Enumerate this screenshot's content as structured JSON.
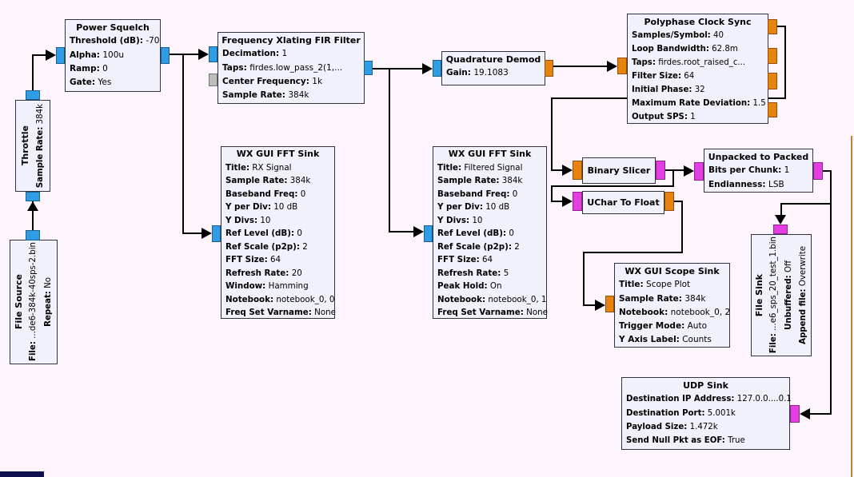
{
  "colors": {
    "canvas_bg": "#fdf4fd",
    "block_fill": "#f0f1fb",
    "block_border": "#33333f",
    "port_complex": "#2f9ce6",
    "port_float": "#e8830f",
    "port_byte": "#e23ee2",
    "port_message": "#bdbdbd",
    "wire": "#000000",
    "edge_line": "#c08038",
    "taskbar_fragment": "#10104f"
  },
  "blocks": {
    "file_source": {
      "title": "File Source",
      "params": [
        {
          "label": "File:",
          "value": "...de6-384k-40sps-2.bin"
        },
        {
          "label": "Repeat:",
          "value": "No"
        }
      ]
    },
    "throttle": {
      "title": "Throttle",
      "params": [
        {
          "label": "Sample Rate:",
          "value": "384k"
        }
      ]
    },
    "power_squelch": {
      "title": "Power Squelch",
      "params": [
        {
          "label": "Threshold (dB):",
          "value": "-70"
        },
        {
          "label": "Alpha:",
          "value": "100u"
        },
        {
          "label": "Ramp:",
          "value": "0"
        },
        {
          "label": "Gate:",
          "value": "Yes"
        }
      ]
    },
    "freq_xlating_fir_filter": {
      "title": "Frequency Xlating FIR Filter",
      "params": [
        {
          "label": "Decimation:",
          "value": "1"
        },
        {
          "label": "Taps:",
          "value": "firdes.low_pass_2(1,..."
        },
        {
          "label": "Center Frequency:",
          "value": "1k"
        },
        {
          "label": "Sample Rate:",
          "value": "384k"
        }
      ]
    },
    "quadrature_demod": {
      "title": "Quadrature Demod",
      "params": [
        {
          "label": "Gain:",
          "value": "19.1083"
        }
      ]
    },
    "polyphase_clock_sync": {
      "title": "Polyphase Clock Sync",
      "params": [
        {
          "label": "Samples/Symbol:",
          "value": "40"
        },
        {
          "label": "Loop Bandwidth:",
          "value": "62.8m"
        },
        {
          "label": "Taps:",
          "value": "firdes.root_raised_c..."
        },
        {
          "label": "Filter Size:",
          "value": "64"
        },
        {
          "label": "Initial Phase:",
          "value": "32"
        },
        {
          "label": "Maximum Rate Deviation:",
          "value": "1.5"
        },
        {
          "label": "Output SPS:",
          "value": "1"
        }
      ]
    },
    "fft_sink_rx": {
      "title": "WX GUI FFT Sink",
      "params": [
        {
          "label": "Title:",
          "value": "RX Signal"
        },
        {
          "label": "Sample Rate:",
          "value": "384k"
        },
        {
          "label": "Baseband Freq:",
          "value": "0"
        },
        {
          "label": "Y per Div:",
          "value": "10 dB"
        },
        {
          "label": "Y Divs:",
          "value": "10"
        },
        {
          "label": "Ref Level (dB):",
          "value": "0"
        },
        {
          "label": "Ref Scale (p2p):",
          "value": "2"
        },
        {
          "label": "FFT Size:",
          "value": "64"
        },
        {
          "label": "Refresh Rate:",
          "value": "20"
        },
        {
          "label": "Window:",
          "value": "Hamming"
        },
        {
          "label": "Notebook:",
          "value": "notebook_0, 0"
        },
        {
          "label": "Freq Set Varname:",
          "value": "None"
        }
      ]
    },
    "fft_sink_filtered": {
      "title": "WX GUI FFT Sink",
      "params": [
        {
          "label": "Title:",
          "value": "Filtered Signal"
        },
        {
          "label": "Sample Rate:",
          "value": "384k"
        },
        {
          "label": "Baseband Freq:",
          "value": "0"
        },
        {
          "label": "Y per Div:",
          "value": "10 dB"
        },
        {
          "label": "Y Divs:",
          "value": "10"
        },
        {
          "label": "Ref Level (dB):",
          "value": "0"
        },
        {
          "label": "Ref Scale (p2p):",
          "value": "2"
        },
        {
          "label": "FFT Size:",
          "value": "64"
        },
        {
          "label": "Refresh Rate:",
          "value": "5"
        },
        {
          "label": "Peak Hold:",
          "value": "On"
        },
        {
          "label": "Notebook:",
          "value": "notebook_0, 1"
        },
        {
          "label": "Freq Set Varname:",
          "value": "None"
        }
      ]
    },
    "binary_slicer": {
      "title": "Binary Slicer",
      "params": []
    },
    "uchar_to_float": {
      "title": "UChar To Float",
      "params": []
    },
    "unpacked_to_packed": {
      "title": "Unpacked to Packed",
      "params": [
        {
          "label": "Bits per Chunk:",
          "value": "1"
        },
        {
          "label": "Endianness:",
          "value": "LSB"
        }
      ]
    },
    "scope_sink": {
      "title": "WX GUI Scope Sink",
      "params": [
        {
          "label": "Title:",
          "value": "Scope Plot"
        },
        {
          "label": "Sample Rate:",
          "value": "384k"
        },
        {
          "label": "Notebook:",
          "value": "notebook_0, 2"
        },
        {
          "label": "Trigger Mode:",
          "value": "Auto"
        },
        {
          "label": "Y Axis Label:",
          "value": "Counts"
        }
      ]
    },
    "file_sink": {
      "title": "File Sink",
      "params": [
        {
          "label": "File:",
          "value": "...e6_sps_20_test_1.bin"
        },
        {
          "label": "Unbuffered:",
          "value": "Off"
        },
        {
          "label": "Append file:",
          "value": "Overwrite"
        }
      ]
    },
    "udp_sink": {
      "title": "UDP Sink",
      "params": [
        {
          "label": "Destination IP Address:",
          "value": "127.0.0....0.1"
        },
        {
          "label": "Destination Port:",
          "value": "5.001k"
        },
        {
          "label": "Payload Size:",
          "value": "1.472k"
        },
        {
          "label": "Send Null Pkt as EOF:",
          "value": "True"
        }
      ]
    }
  }
}
